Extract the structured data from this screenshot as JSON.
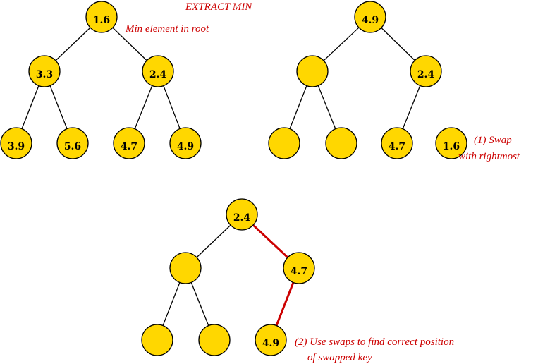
{
  "title": "EXTRACT MIN",
  "colors": {
    "node_fill": "#FFD700",
    "annotation": "#CC0000",
    "highlight_edge": "#CC0000"
  },
  "trees": [
    {
      "name": "original-heap",
      "nodes": [
        "1.6",
        "3.3",
        "2.4",
        "3.9",
        "5.6",
        "4.7",
        "4.9"
      ],
      "annotation": [
        "Min element in root"
      ]
    },
    {
      "name": "after-swap",
      "nodes": [
        "4.9",
        "",
        "2.4",
        "",
        "",
        "4.7"
      ],
      "extra_node": "1.6",
      "annotation": [
        "(1) Swap",
        "with rightmost"
      ]
    },
    {
      "name": "after-sift-down",
      "nodes": [
        "2.4",
        "",
        "4.7",
        "",
        "",
        "4.9"
      ],
      "highlighted_edges": [
        [
          0,
          2
        ],
        [
          2,
          5
        ]
      ],
      "annotation": [
        "(2) Use swaps to find correct position",
        "of swapped key"
      ]
    }
  ]
}
